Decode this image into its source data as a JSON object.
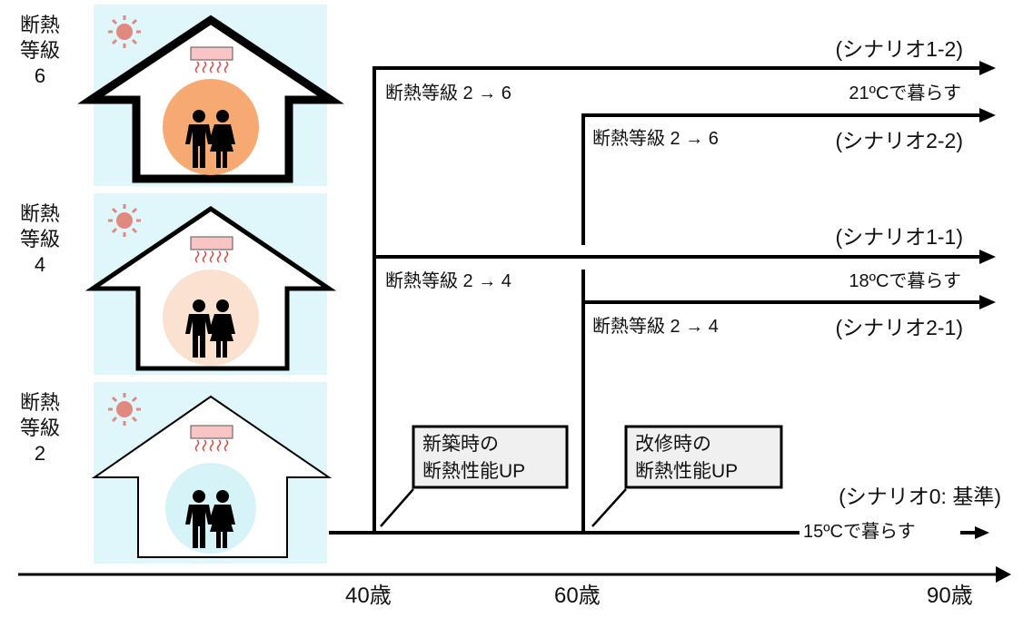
{
  "levels": [
    {
      "label_line1": "断熱",
      "label_line2": "等級",
      "grade": "6",
      "glow_color": "#f6aa72"
    },
    {
      "label_line1": "断熱",
      "label_line2": "等級",
      "grade": "4",
      "glow_color": "#fbe1d0"
    },
    {
      "label_line1": "断熱",
      "label_line2": "等級",
      "grade": "2",
      "glow_color": "#d6f3f8"
    }
  ],
  "scenarios": {
    "s1_2": "(シナリオ1-2)",
    "s2_2": "(シナリオ2-2)",
    "s1_1": "(シナリオ1-1)",
    "s2_1": "(シナリオ2-1)",
    "s0": "(シナリオ0: 基準)",
    "temp21": "21ºCで暮らす",
    "temp18": "18ºCで暮らす",
    "temp15": "15ºCで暮らす"
  },
  "upgrades": {
    "g26_a": "断熱等級 2 → 6",
    "g26_b": "断熱等級 2 → 6",
    "g24_a": "断熱等級 2 → 4",
    "g24_b": "断熱等級 2 → 4"
  },
  "callouts": {
    "new_line1": "新築時の",
    "new_line2": "断熱性能UP",
    "reno_line1": "改修時の",
    "reno_line2": "断熱性能UP"
  },
  "axis": {
    "age40": "40歳",
    "age60": "60歳",
    "age90": "90歳"
  },
  "colors": {
    "panel": "#dff6fa",
    "sun": "#e2887f",
    "ac": "#f8c4c4",
    "heat": "#d9534f"
  }
}
